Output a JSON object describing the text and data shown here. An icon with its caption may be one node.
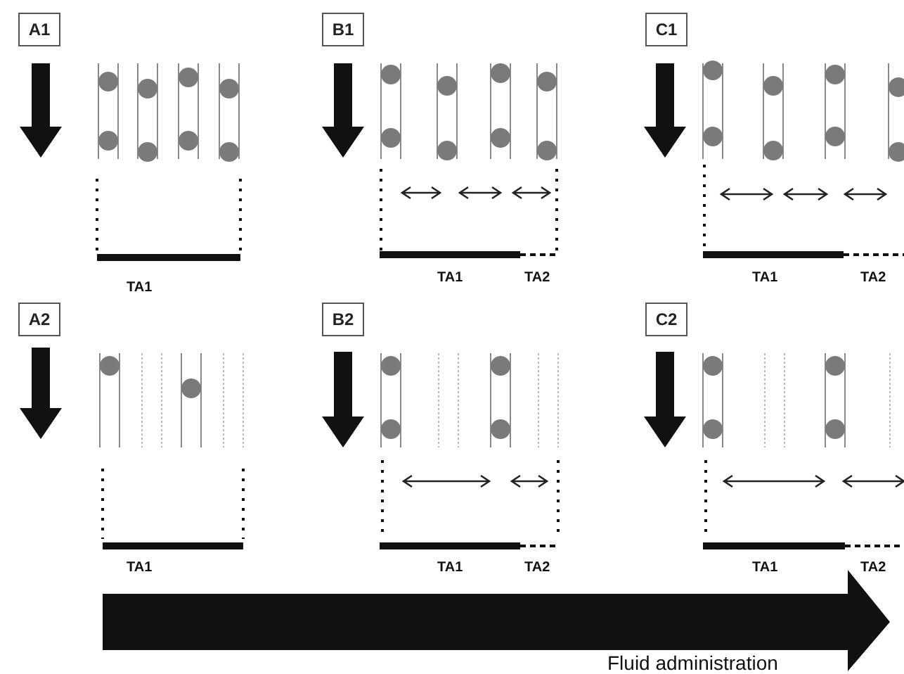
{
  "diagram": {
    "nodes": [
      {
        "text": [
          "A1"
        ]
      },
      {
        "text": [
          "B1"
        ]
      },
      {
        "text": [
          "C1"
        ]
      },
      {
        "text": [
          "A2"
        ]
      },
      {
        "text": [
          "B2"
        ]
      },
      {
        "text": [
          "C2"
        ]
      }
    ],
    "labels": [
      "TA1",
      "TA1",
      "TA2",
      "TA1",
      "TA2",
      "TA1",
      "TA1",
      "TA2",
      "TA1",
      "TA2",
      "Fluid administration"
    ]
  }
}
